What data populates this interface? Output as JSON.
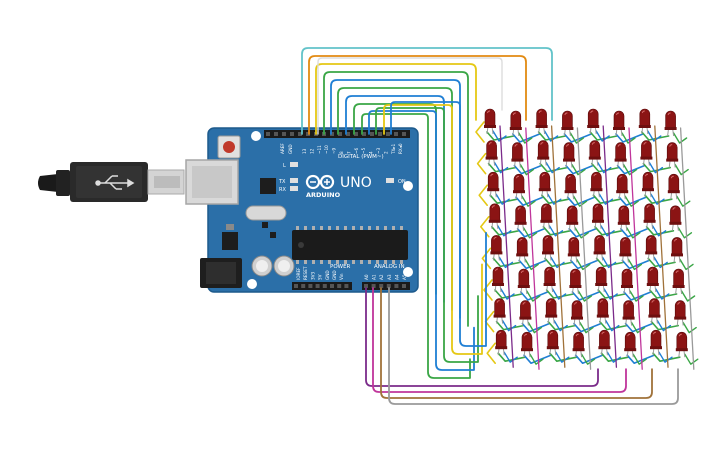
{
  "board": {
    "model": "UNO",
    "brand": "ARDUINO",
    "digital_label": "DIGITAL (PWM~)",
    "power_label": "POWER",
    "analog_label": "ANALOG IN",
    "aref_label": "AREF",
    "gnd_label": "GND",
    "on_label": "ON",
    "l_label": "L",
    "tx_label": "TX",
    "rx_label": "RX",
    "digital_pins": [
      "13",
      "12",
      "~11",
      "~10",
      "~9",
      "8",
      "7",
      "~6",
      "~5",
      "4",
      "~3",
      "2",
      "TX▸1",
      "RX◂0"
    ],
    "power_pins": [
      "IOREF",
      "RESET",
      "3V3",
      "5V",
      "GND",
      "GND",
      "Vin"
    ],
    "analog_pins": [
      "A0",
      "A1",
      "A2",
      "A3",
      "A4",
      "A5"
    ]
  },
  "matrix": {
    "rows": 8,
    "cols": 8,
    "led_color": "#8b1414"
  },
  "colors": {
    "board": "#2b6fa8",
    "wire_green": "#3aa646",
    "wire_blue": "#1f7fd4",
    "wire_yellow": "#e5c814",
    "wire_orange": "#e28a12",
    "wire_teal": "#62c3c9",
    "wire_purple": "#7b2b8a",
    "wire_magenta": "#c0359b",
    "wire_brown": "#a0723a",
    "wire_gray": "#9a9a9a"
  }
}
